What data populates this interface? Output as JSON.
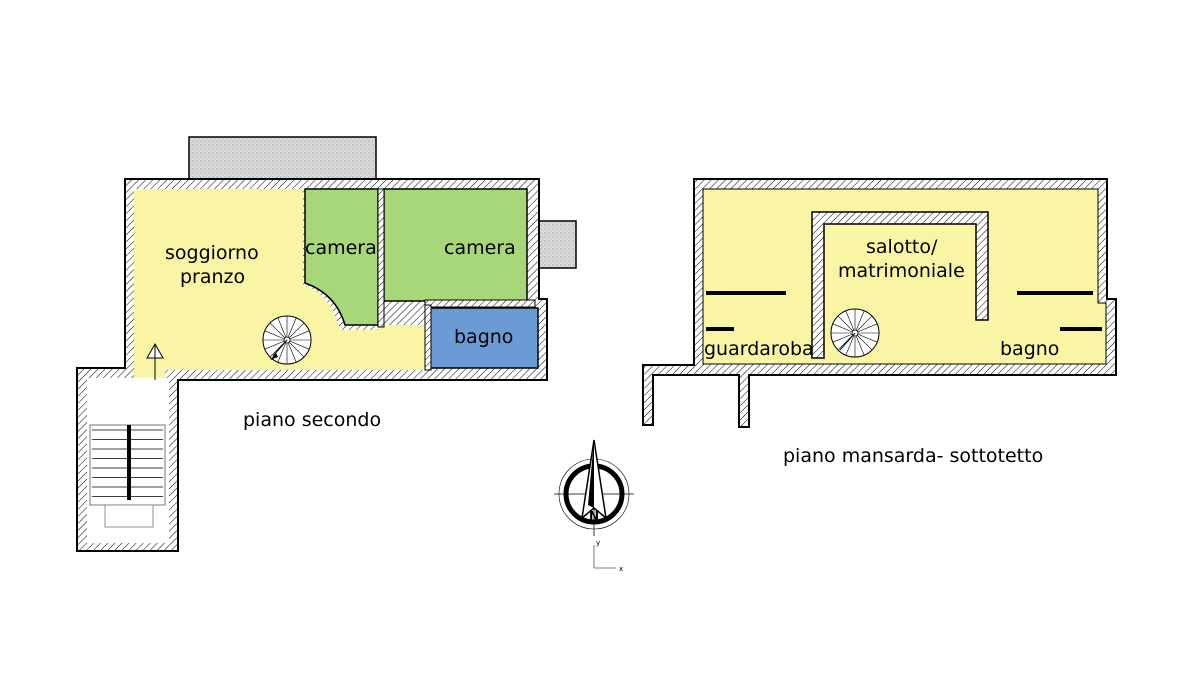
{
  "floors": {
    "second": {
      "title": "piano secondo",
      "rooms": [
        {
          "id": "living",
          "label_line1": "soggiorno",
          "label_line2": "pranzo"
        },
        {
          "id": "bedroom1",
          "label": "camera"
        },
        {
          "id": "bedroom2",
          "label": "camera"
        },
        {
          "id": "bath",
          "label": "bagno"
        }
      ]
    },
    "attic": {
      "title": "piano mansarda- sottotetto",
      "rooms": [
        {
          "id": "lounge",
          "label_line1": "salotto/",
          "label_line2": "matrimoniale"
        },
        {
          "id": "wardrobe",
          "label": "guardaroba"
        },
        {
          "id": "bath",
          "label": "bagno"
        }
      ]
    }
  },
  "compass": {
    "north_label": "N",
    "axis_x": "x",
    "axis_y": "y"
  },
  "colors": {
    "living_area": "#f9f5a5",
    "bedrooms": "#a8d77a",
    "bathroom": "#6b9bd5",
    "walls": "#000000",
    "balcony_hatch": "#d8d8d8"
  }
}
